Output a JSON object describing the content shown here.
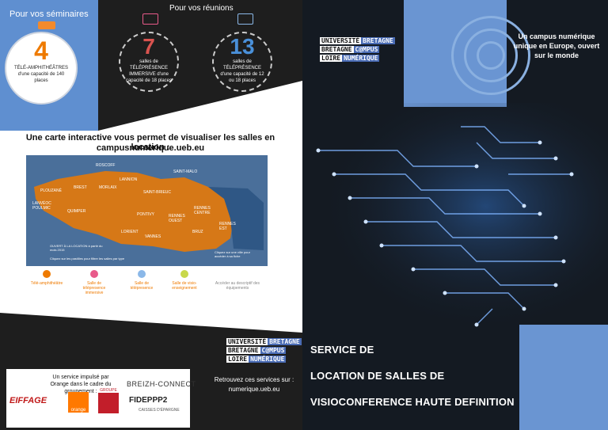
{
  "left": {
    "seminaires_title": "Pour vos séminaires",
    "seminaires_number": "4",
    "seminaires_desc": "TÉLÉ-AMPHITHÉÂTRES d'une capacité de 140 places",
    "reunions_title": "Pour vos réunions",
    "immersive_number": "7",
    "immersive_desc": "salles de TÉLÉPRÉSENCE IMMERSIVE d'une capacité de 18 places",
    "telepresence_number": "13",
    "telepresence_desc": "salles de TÉLÉPRÉSENCE d'une capacité de 12 ou 18 places",
    "carte_title": "Une carte interactive vous permet de visualiser les salles en location :",
    "carte_url": "campusnumerique.ueb.eu",
    "map_cities": [
      "ROSCOFF",
      "LANNION",
      "SAINT-MALO",
      "PLOUZANÉ",
      "BREST",
      "MORLAIX",
      "SAINT-BRIEUC",
      "LANVÉOC POULMIC",
      "QUIMPER",
      "PONTIVY",
      "RENNES OUEST",
      "RENNES CENTRE",
      "RENNES EST",
      "LORIENT",
      "VANNES",
      "BRUZ"
    ],
    "map_note_left": "OUVERT À LA LOCATION à partir du mois 2015",
    "map_note_click": "Cliquez sur les pastilles pour filtrer les salles par type",
    "map_note_right": "Cliquez sur une ville pour accéder à sa fiche",
    "legend": [
      "Télé-amphithéâtre",
      "Salle de télépresence immersive",
      "Salle de télépresence",
      "Salle de visio-enseignement",
      "Accéder au descriptif des équipements"
    ],
    "orange_text": "Un service impulsé par Orange dans le cadre du groupement :",
    "logo_breizh": "BREIZH-CONNECT",
    "logo_eiffage": "EIFFAGE",
    "logo_orange": "orange",
    "logo_groupe": "GROUPE",
    "logo_fidep": "FIDEPPP2",
    "logo_fidep_sub": "CAISSES D'ÉPARGNE",
    "ub_logo": {
      "l1a": "UNIVERSITÉ",
      "l1b": "BRETAGNE",
      "l2a": "BRETAGNE",
      "l2b": "C@MPUS",
      "l3a": "LOIRE",
      "l3b": "NUMÉRIQUE"
    },
    "retrouvez": "Retrouvez ces services sur :",
    "retrouvez_url": "numerique.ueb.eu"
  },
  "right": {
    "tagline": "Un campus numérique unique en Europe, ouvert sur le monde",
    "ub_logo": {
      "l1a": "UNIVERSITÉ",
      "l1b": "BRETAGNE",
      "l2a": "BRETAGNE",
      "l2b": "C@MPUS",
      "l3a": "LOIRE",
      "l3b": "NUMÉRIQUE"
    },
    "title_1": "SERVICE DE",
    "title_2": "LOCATION DE SALLES DE",
    "title_3": "VISIOCONFERENCE HAUTE DEFINITION"
  },
  "colors": {
    "accent_blue": "#5f8fd0",
    "orange": "#ee7a00",
    "dark": "#1e1e1e"
  }
}
